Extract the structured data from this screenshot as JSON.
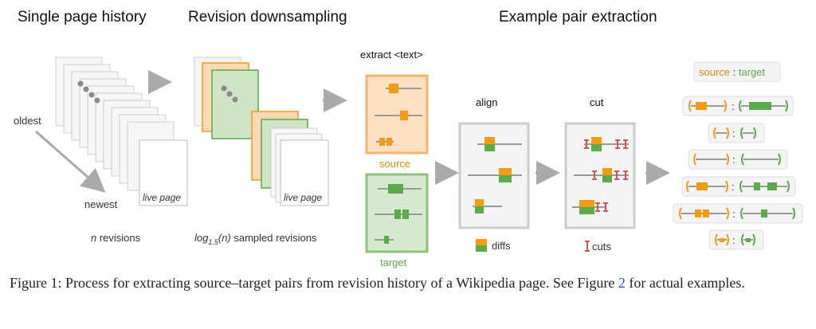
{
  "colors": {
    "source": "#f39c12",
    "source_fill": "#fbd9b5",
    "target": "#5aab4a",
    "target_fill": "#cfe3c5",
    "line": "#999999",
    "cut": "#d9534f",
    "arrow": "#bbbbbb",
    "page_border": "#cccccc"
  },
  "sections": {
    "history": "Single page history",
    "downsampling": "Revision downsampling",
    "extraction": "Example pair extraction"
  },
  "history": {
    "oldest": "oldest",
    "newest": "newest",
    "live_page": "live page",
    "n_var": "n",
    "revisions": " revisions"
  },
  "downsampling": {
    "log_label": "log",
    "log_sub": "1.5",
    "log_arg": "(n)",
    "sampled": " sampled revisions",
    "live_page": "live page"
  },
  "extraction": {
    "extract": "extract <text>",
    "source": "source",
    "target": "target",
    "align": "align",
    "cut": "cut",
    "diffs": "diffs",
    "cuts": "cuts",
    "legend_source": "source",
    "legend_sep": " : ",
    "legend_target": "target",
    "pair_sep": ":"
  },
  "caption": {
    "prefix": "Figure 1:  Process for extracting source–target pairs from revision history of a Wikipedia page.  See Figure ",
    "ref": "2",
    "suffix": " for actual examples."
  }
}
